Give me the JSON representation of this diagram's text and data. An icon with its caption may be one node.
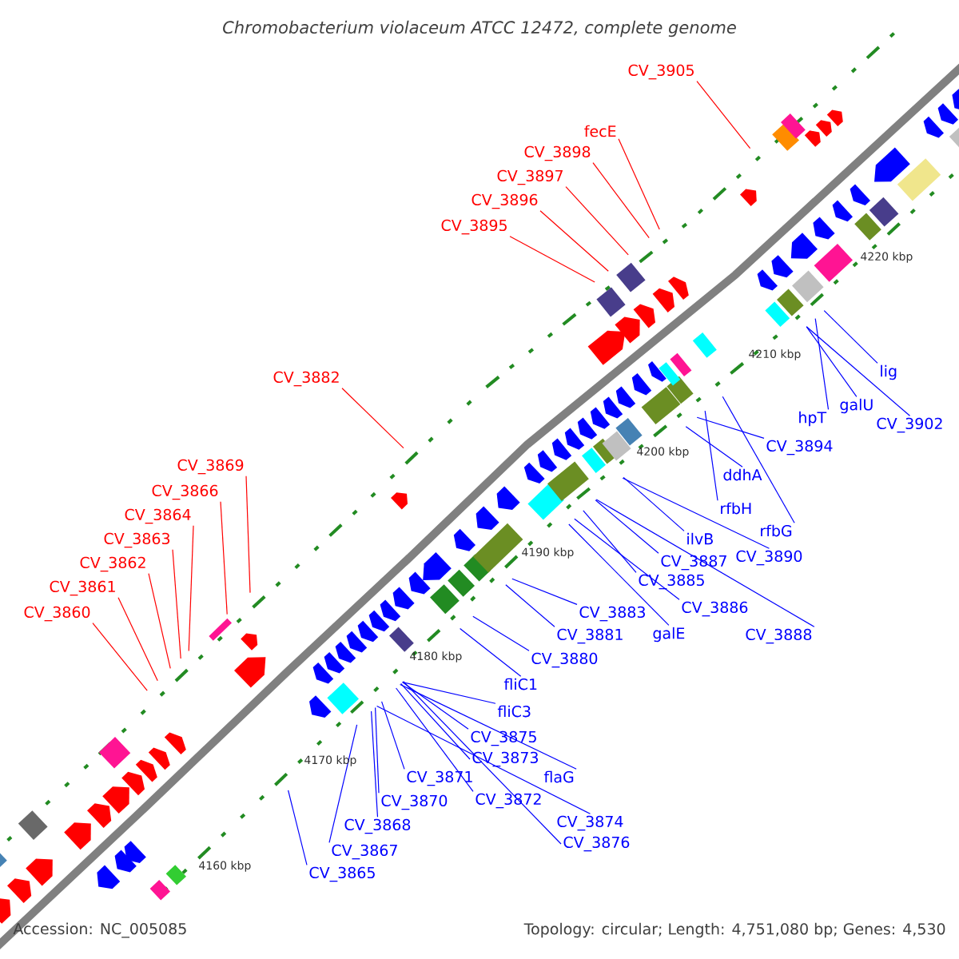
{
  "diagram": {
    "title": "Chromobacterium violaceum ATCC 12472, complete genome",
    "nodes": [
      {
        "text": [
          "CV_3905"
        ]
      },
      {
        "text": [
          "fecE"
        ]
      },
      {
        "text": [
          "CV_3898"
        ]
      },
      {
        "text": [
          "CV_3897"
        ]
      },
      {
        "text": [
          "CV_3896"
        ]
      },
      {
        "text": [
          "CV_3895"
        ]
      },
      {
        "text": [
          "CV_3882"
        ]
      },
      {
        "text": [
          "CV_3869"
        ]
      },
      {
        "text": [
          "CV_3866"
        ]
      },
      {
        "text": [
          "CV_3864"
        ]
      },
      {
        "text": [
          "CV_3863"
        ]
      },
      {
        "text": [
          "CV_3862"
        ]
      },
      {
        "text": [
          "CV_3861"
        ]
      },
      {
        "text": [
          "CV_3860"
        ]
      },
      {
        "text": [
          "lig"
        ]
      },
      {
        "text": [
          "galU"
        ]
      },
      {
        "text": [
          "hpT"
        ]
      },
      {
        "text": [
          "CV_3902"
        ]
      },
      {
        "text": [
          "CV_3894"
        ]
      },
      {
        "text": [
          "ddhA"
        ]
      },
      {
        "text": [
          "rfbH"
        ]
      },
      {
        "text": [
          "rfbG"
        ]
      },
      {
        "text": [
          "ilvB"
        ]
      },
      {
        "text": [
          "CV_3890"
        ]
      },
      {
        "text": [
          "CV_3887"
        ]
      },
      {
        "text": [
          "CV_3885"
        ]
      },
      {
        "text": [
          "CV_3883"
        ]
      },
      {
        "text": [
          "CV_3886"
        ]
      },
      {
        "text": [
          "galE"
        ]
      },
      {
        "text": [
          "CV_3881"
        ]
      },
      {
        "text": [
          "CV_3888"
        ]
      },
      {
        "text": [
          "CV_3880"
        ]
      },
      {
        "text": [
          "fliC1"
        ]
      },
      {
        "text": [
          "fliC3"
        ]
      },
      {
        "text": [
          "CV_3875"
        ]
      },
      {
        "text": [
          "CV_3873"
        ]
      },
      {
        "text": [
          "flaG"
        ]
      },
      {
        "text": [
          "CV_3871"
        ]
      },
      {
        "text": [
          "CV_3872"
        ]
      },
      {
        "text": [
          "CV_3870"
        ]
      },
      {
        "text": [
          "CV_3874"
        ]
      },
      {
        "text": [
          "CV_3868"
        ]
      },
      {
        "text": [
          "CV_3876"
        ]
      },
      {
        "text": [
          "CV_3867"
        ]
      },
      {
        "text": [
          "CV_3865"
        ]
      }
    ],
    "edges": [
      {
        "from": 0,
        "to": null,
        "arrow": "none",
        "color": "#ff0000"
      },
      {
        "from": 1,
        "to": null,
        "arrow": "none",
        "color": "#ff0000"
      },
      {
        "from": 2,
        "to": null,
        "arrow": "none",
        "color": "#ff0000"
      },
      {
        "from": 3,
        "to": null,
        "arrow": "none",
        "color": "#ff0000"
      },
      {
        "from": 4,
        "to": null,
        "arrow": "none",
        "color": "#ff0000"
      },
      {
        "from": 5,
        "to": null,
        "arrow": "none",
        "color": "#ff0000"
      },
      {
        "from": 6,
        "to": null,
        "arrow": "none",
        "color": "#ff0000"
      },
      {
        "from": 7,
        "to": null,
        "arrow": "none",
        "color": "#ff0000"
      },
      {
        "from": 8,
        "to": null,
        "arrow": "none",
        "color": "#ff0000"
      },
      {
        "from": 9,
        "to": null,
        "arrow": "none",
        "color": "#ff0000"
      },
      {
        "from": 10,
        "to": null,
        "arrow": "none",
        "color": "#ff0000"
      },
      {
        "from": 11,
        "to": null,
        "arrow": "none",
        "color": "#ff0000"
      },
      {
        "from": 12,
        "to": null,
        "arrow": "none",
        "color": "#ff0000"
      },
      {
        "from": 13,
        "to": null,
        "arrow": "none",
        "color": "#ff0000"
      },
      {
        "from": 14,
        "to": null,
        "arrow": "none"
      },
      {
        "from": 15,
        "to": null,
        "arrow": "none"
      },
      {
        "from": 16,
        "to": null,
        "arrow": "none"
      },
      {
        "from": 17,
        "to": null,
        "arrow": "none"
      },
      {
        "from": 18,
        "to": null,
        "arrow": "none"
      },
      {
        "from": 19,
        "to": null,
        "arrow": "none"
      },
      {
        "from": 20,
        "to": null,
        "arrow": "none"
      },
      {
        "from": 21,
        "to": null,
        "arrow": "none"
      },
      {
        "from": 22,
        "to": null,
        "arrow": "none"
      },
      {
        "from": 23,
        "to": null,
        "arrow": "none"
      },
      {
        "from": 24,
        "to": null,
        "arrow": "none"
      },
      {
        "from": 25,
        "to": null,
        "arrow": "none"
      },
      {
        "from": 26,
        "to": null,
        "arrow": "none"
      },
      {
        "from": 27,
        "to": null,
        "arrow": "none"
      },
      {
        "from": 28,
        "to": null,
        "arrow": "none"
      },
      {
        "from": 29,
        "to": null,
        "arrow": "none"
      },
      {
        "from": 30,
        "to": null,
        "arrow": "none"
      },
      {
        "from": 31,
        "to": null,
        "arrow": "none"
      },
      {
        "from": 32,
        "to": null,
        "arrow": "none"
      },
      {
        "from": 33,
        "to": null,
        "arrow": "none"
      },
      {
        "from": 34,
        "to": null,
        "arrow": "none"
      },
      {
        "from": 35,
        "to": null,
        "arrow": "none"
      },
      {
        "from": 36,
        "to": null,
        "arrow": "none"
      },
      {
        "from": 37,
        "to": null,
        "arrow": "none"
      },
      {
        "from": 38,
        "to": null,
        "arrow": "none"
      },
      {
        "from": 39,
        "to": null,
        "arrow": "none"
      },
      {
        "from": 40,
        "to": null,
        "arrow": "none"
      },
      {
        "from": 41,
        "to": null,
        "arrow": "none"
      },
      {
        "from": 42,
        "to": null,
        "arrow": "none"
      },
      {
        "from": 43,
        "to": null,
        "arrow": "none"
      },
      {
        "from": 44,
        "to": null,
        "arrow": "none"
      }
    ],
    "labels": [
      "4220 kbp",
      "4210 kbp",
      "4200 kbp",
      "4190 kbp",
      "4180 kbp",
      "4170 kbp",
      "4160 kbp",
      "Accession: NC_005085",
      "Topology: circular; Length: 4,751,080 bp; Genes: 4,530"
    ]
  }
}
